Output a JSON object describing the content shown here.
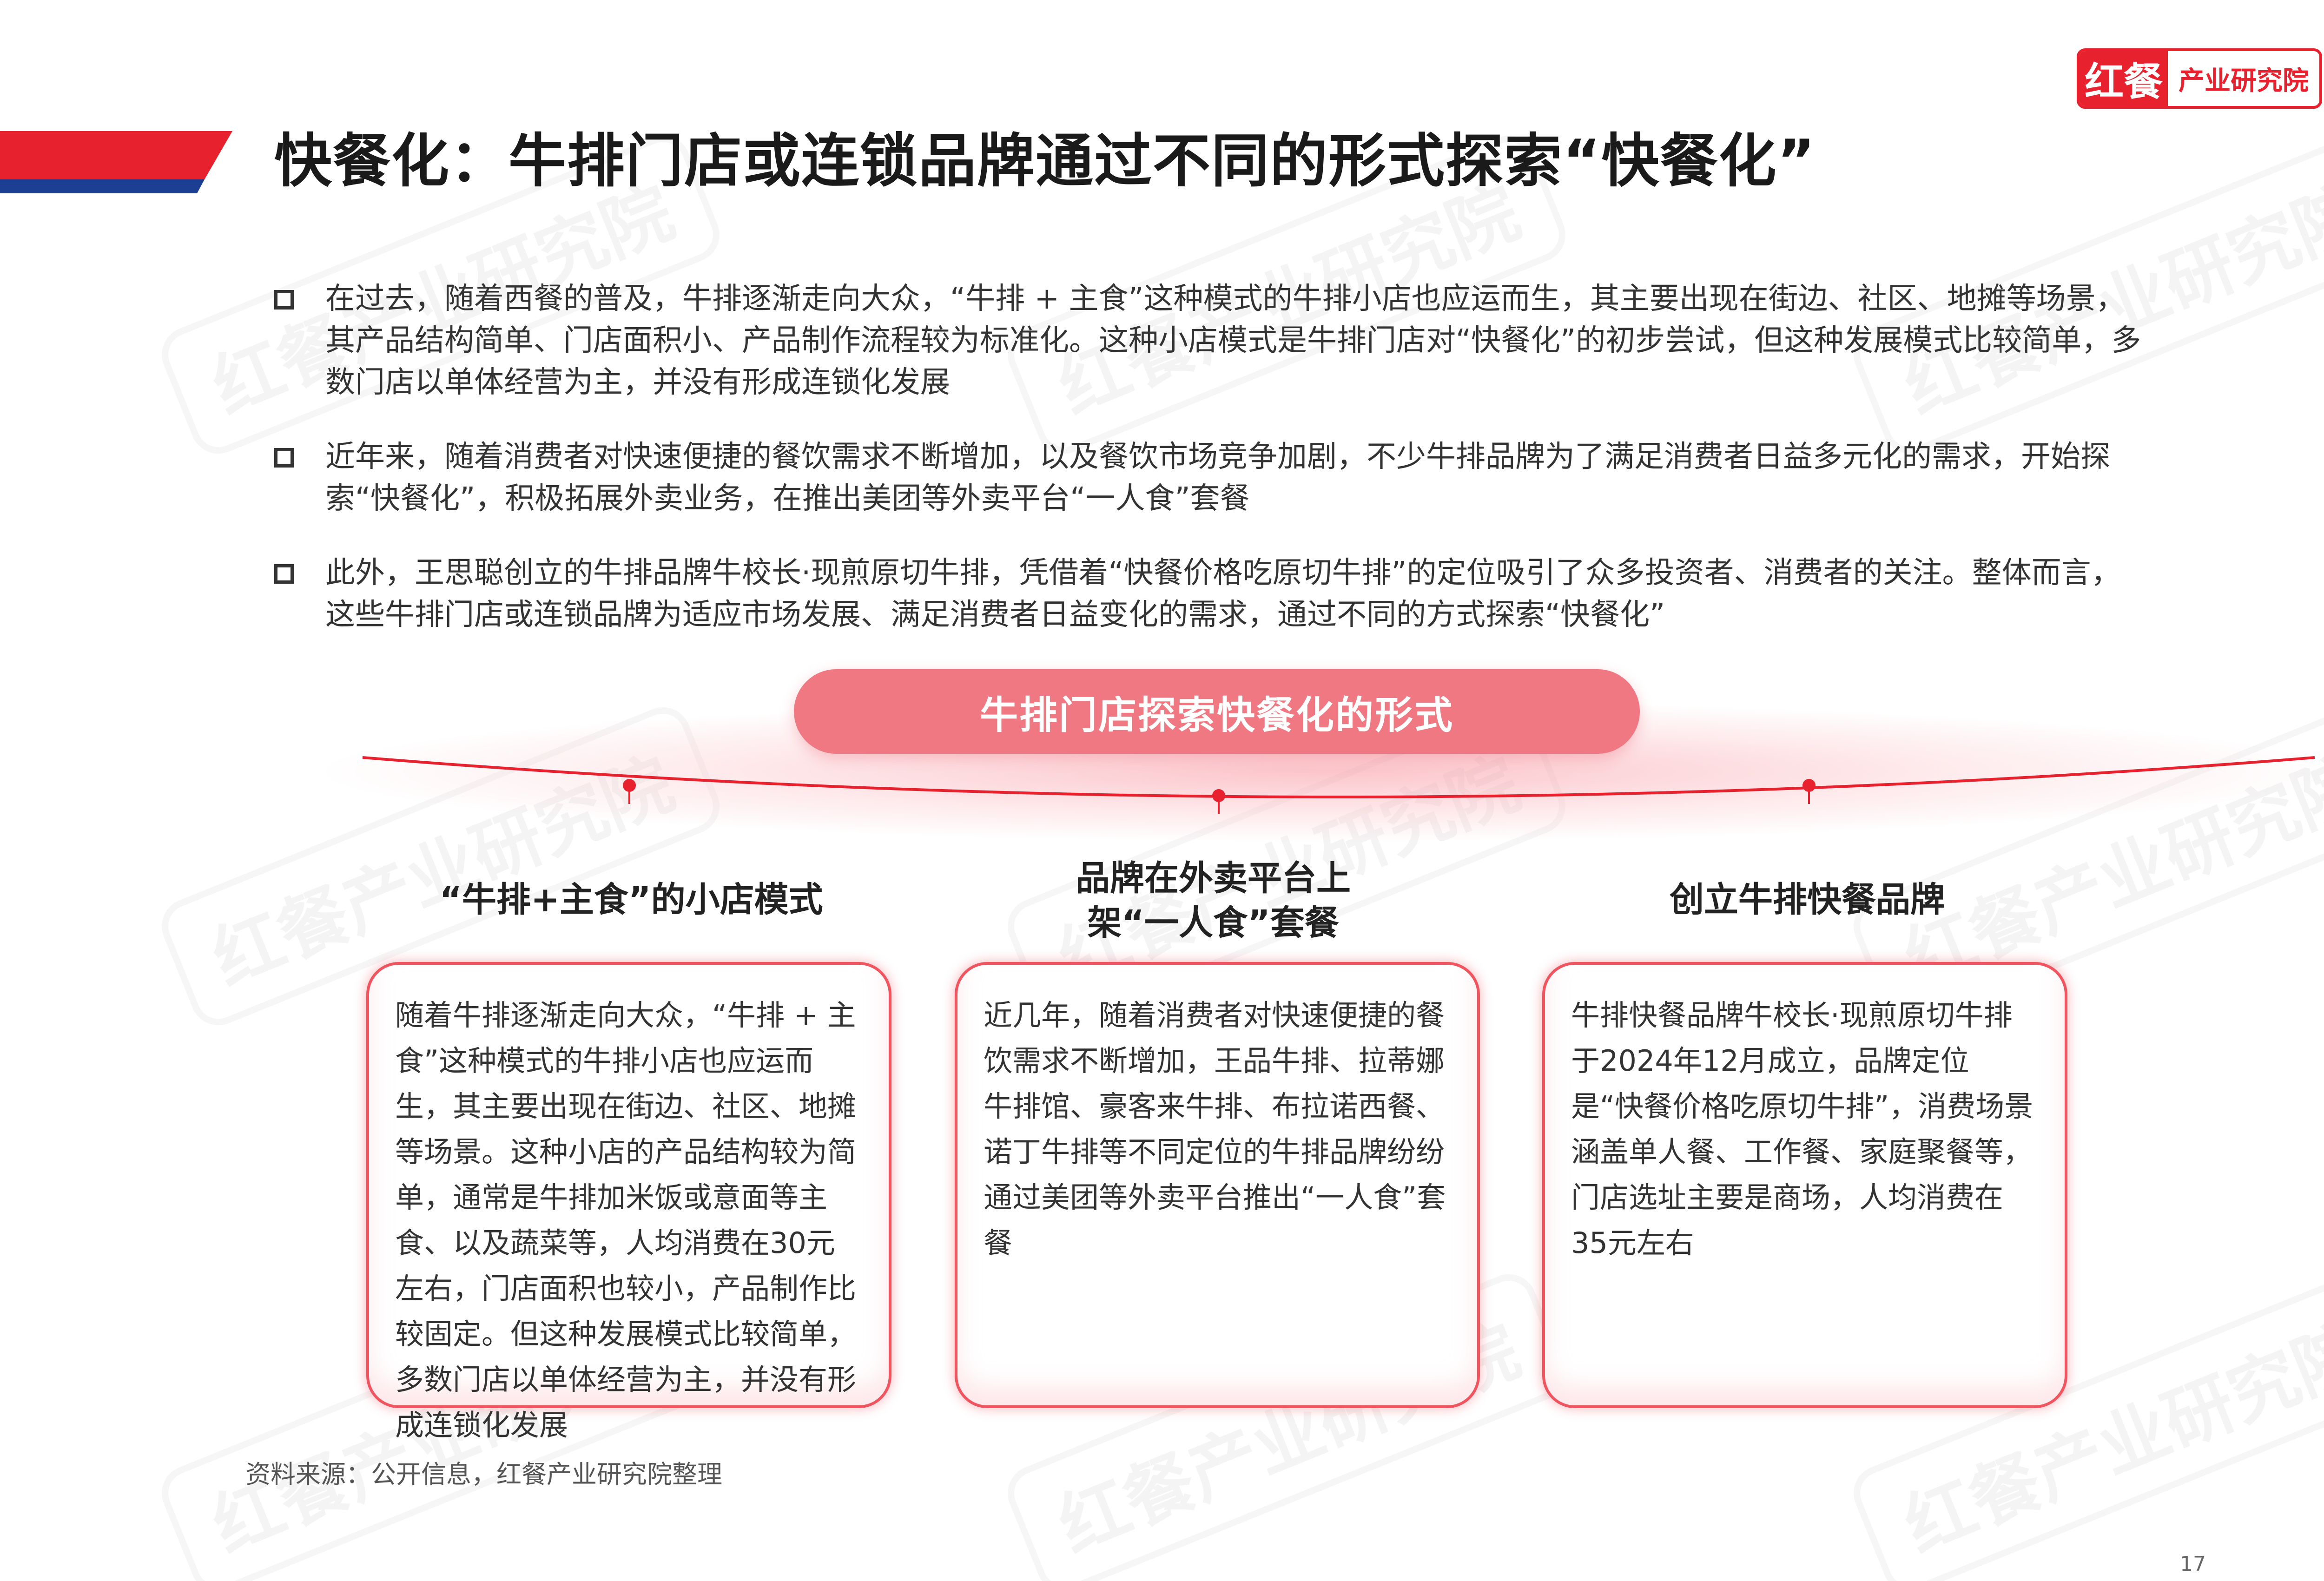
{
  "logo": {
    "mark": "红餐",
    "name": "产业研究院"
  },
  "watermark": "红餐产业研究院",
  "title": "快餐化：牛排门店或连锁品牌通过不同的形式探索“快餐化”",
  "bullets": [
    "在过去，随着西餐的普及，牛排逐渐走向大众，“牛排 + 主食”这种模式的牛排小店也应运而生，其主要出现在街边、社区、地摊等场景，其产品结构简单、门店面积小、产品制作流程较为标准化。这种小店模式是牛排门店对“快餐化”的初步尝试，但这种发展模式比较简单，多数门店以单体经营为主，并没有形成连锁化发展",
    "近年来，随着消费者对快速便捷的餐饮需求不断增加，以及餐饮市场竞争加剧，不少牛排品牌为了满足消费者日益多元化的需求，开始探索“快餐化”，积极拓展外卖业务，在推出美团等外卖平台“一人食”套餐",
    "此外，王思聪创立的牛排品牌牛校长·现煎原切牛排，凭借着“快餐价格吃原切牛排”的定位吸引了众多投资者、消费者的关注。整体而言，这些牛排门店或连锁品牌为适应市场发展、满足消费者日益变化的需求，通过不同的方式探索“快餐化”"
  ],
  "banner": "牛排门店探索快餐化的形式",
  "columns": [
    {
      "title": "“牛排+主食”的小店模式",
      "body": "随着牛排逐渐走向大众，“牛排 + 主食”这种模式的牛排小店也应运而生，其主要出现在街边、社区、地摊等场景。这种小店的产品结构较为简单，通常是牛排加米饭或意面等主食、以及蔬菜等，人均消费在30元左右，门店面积也较小，产品制作比较固定。但这种发展模式比较简单，多数门店以单体经营为主，并没有形成连锁化发展"
    },
    {
      "title": "品牌在外卖平台上架“一人食”套餐",
      "body": "近几年，随着消费者对快速便捷的餐饮需求不断增加，王品牛排、拉蒂娜牛排馆、豪客来牛排、布拉诺西餐、诺丁牛排等不同定位的牛排品牌纷纷通过美团等外卖平台推出“一人食”套餐"
    },
    {
      "title": "创立牛排快餐品牌",
      "body": "牛排快餐品牌牛校长·现煎原切牛排于2024年12月成立，品牌定位是“快餐价格吃原切牛排”，消费场景涵盖单人餐、工作餐、家庭聚餐等，门店选址主要是商场，人均消费在35元左右"
    }
  ],
  "source": "资料来源：公开信息，红餐产业研究院整理",
  "page_number": "17",
  "colors": {
    "brand_red": "#e8212e",
    "banner_pink": "#f07882",
    "card_border": "#f0545f",
    "accent_blue": "#1c3f94"
  }
}
